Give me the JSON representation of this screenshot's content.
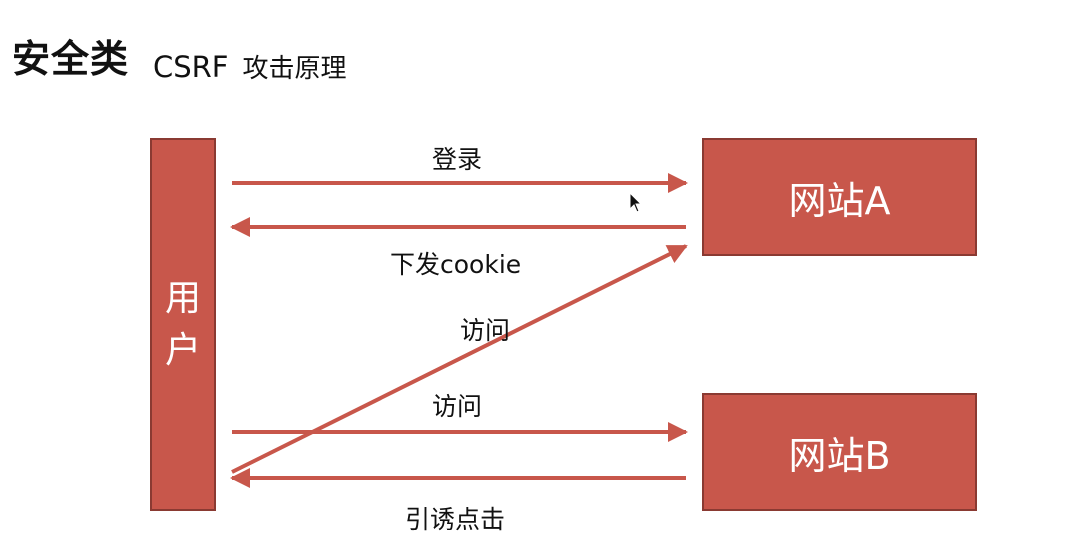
{
  "header": {
    "title": "安全类",
    "subtitle": "CSRF",
    "topic": "攻击原理"
  },
  "nodes": {
    "user": "用户",
    "site_a": "网站A",
    "site_b": "网站B"
  },
  "labels": {
    "login": "登录",
    "issue_cookie": "下发cookie",
    "visit_a": "访问",
    "visit_b": "访问",
    "lure_click": "引诱点击"
  },
  "colors": {
    "box_fill": "#c8574b",
    "box_border": "#8a3a32",
    "arrow": "#c8574b"
  },
  "icons": {
    "cursor": "mouse-pointer-icon"
  }
}
